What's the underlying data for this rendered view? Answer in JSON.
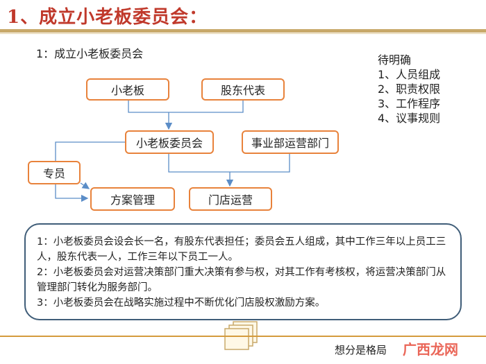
{
  "header": {
    "title": "1、成立小老板委员会："
  },
  "diagram": {
    "subtitle": "1：成立小老板委员会",
    "pending": {
      "heading": "待明确",
      "items": [
        "1、人员组成",
        "2、职责权限",
        "3、工作程序",
        "4、议事规则"
      ]
    },
    "nodes": {
      "owner": "小老板",
      "shareholder_rep": "股东代表",
      "committee": "小老板委员会",
      "bu_ops": "事业部运营部门",
      "specialist": "专员",
      "plan_mgmt": "方案管理",
      "store_ops": "门店运营"
    }
  },
  "notes": [
    "1：小老板委员会设会长一名，有股东代表担任；委员会五人组成，其中工作三年以上员工三人，股东代表一人，工作三年以下员工一人。",
    "2：小老板委员会对运营决策部门重大决策有参与权，对其工作有考核权，将运营决策部门从管理部门转化为服务部门。",
    "3：小老板委员会在战略实施过程中不断优化门店股权激励方案。"
  ],
  "footer": {
    "text": "想分是格局",
    "watermark": "广西龙网"
  },
  "colors": {
    "accent": "#e8823b",
    "line": "#5b8dc7",
    "title": "#c0392b",
    "note_border": "#3f5d78"
  }
}
